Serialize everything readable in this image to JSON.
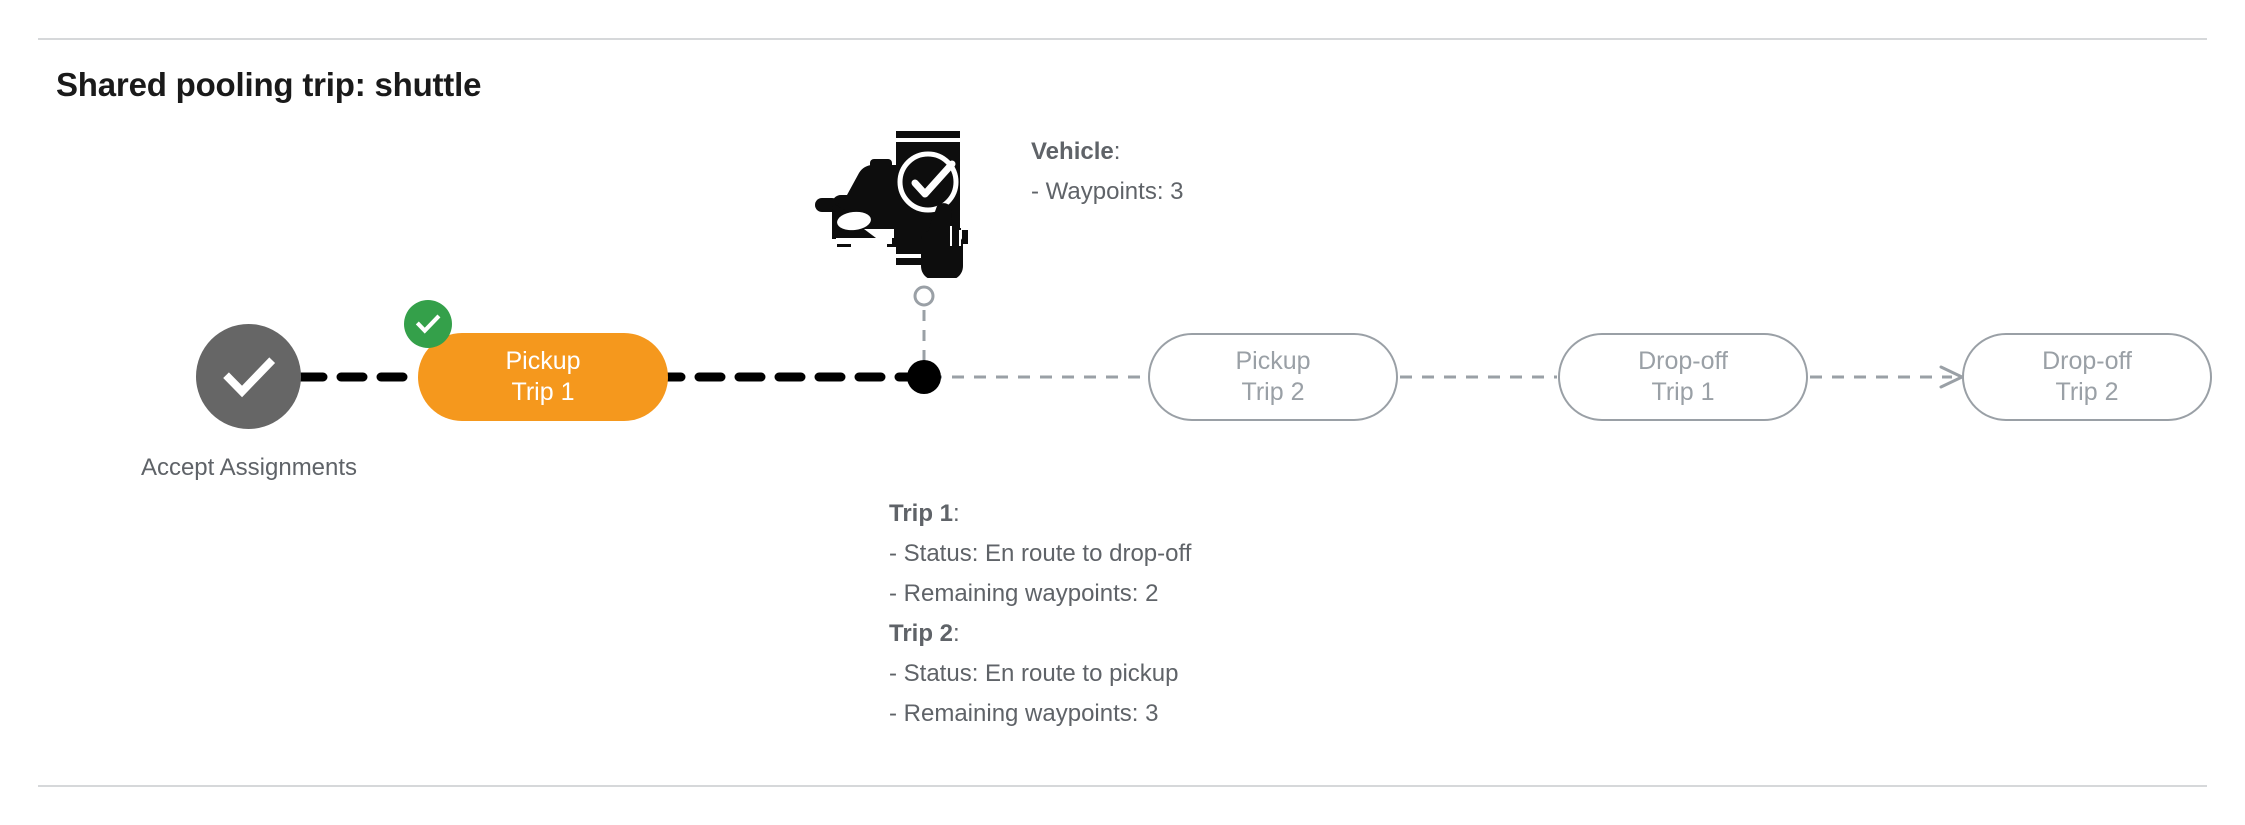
{
  "page": {
    "title": "Shared pooling trip: shuttle"
  },
  "colors": {
    "active_pill": "#f5981d",
    "completed_badge": "#34a04a",
    "completed_node": "#666666",
    "pending_outline": "#9aa0a6",
    "text_gray": "#5f6368",
    "divider": "#d6d8da",
    "progress_line": "#000000",
    "future_line": "#9aa0a6"
  },
  "flow": {
    "start_node": {
      "label_line1": "Accept",
      "label_line2": "Assignments",
      "icon": "check-icon",
      "state": "completed"
    },
    "steps": [
      {
        "id": "pickup-trip-1",
        "line1": "Pickup",
        "line2": "Trip 1",
        "state": "active",
        "badge": "check-icon"
      },
      {
        "id": "pickup-trip-2",
        "line1": "Pickup",
        "line2": "Trip 2",
        "state": "pending"
      },
      {
        "id": "drop-off-trip-1",
        "line1": "Drop-off",
        "line2": "Trip 1",
        "state": "pending"
      },
      {
        "id": "drop-off-trip-2",
        "line1": "Drop-off",
        "line2": "Trip 2",
        "state": "pending"
      }
    ],
    "vehicle_marker": {
      "icon": "car-phone-check-icon",
      "position_dot": "current-location-dot"
    }
  },
  "vehicle_annotation": {
    "heading": "Vehicle",
    "heading_colon": ":",
    "waypoints_line": "- Waypoints: 3"
  },
  "trips_annotation": {
    "trip1_heading": "Trip 1",
    "trip1_colon": ":",
    "trip1_status": "- Status:  En route to drop-off",
    "trip1_waypoints": "- Remaining waypoints: 2",
    "trip2_heading": "Trip 2",
    "trip2_colon": ":",
    "trip2_status": "- Status:  En route to pickup",
    "trip2_waypoints": "- Remaining waypoints: 3"
  }
}
